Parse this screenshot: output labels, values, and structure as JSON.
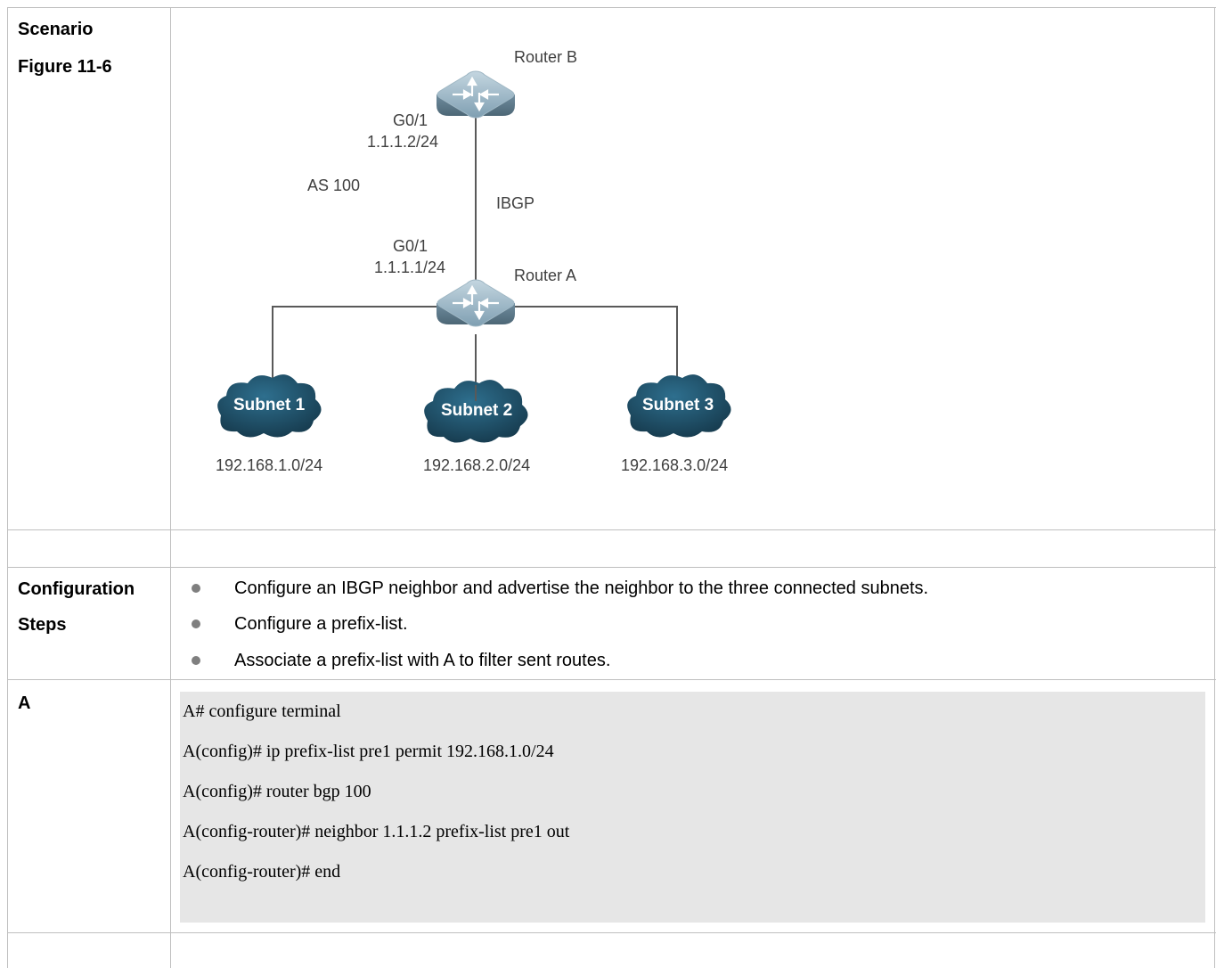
{
  "rows": {
    "scenario_label": "Scenario",
    "figure_label": "Figure 11-6",
    "config_label_1": "Configuration",
    "config_label_2": "Steps",
    "a_label": "A"
  },
  "diagram": {
    "router_b": "Router B",
    "router_a": "Router A",
    "b_port": "G0/1",
    "b_ip": "1.1.1.2/24",
    "a_port": "G0/1",
    "a_ip": "1.1.1.1/24",
    "as_label": "AS 100",
    "link_label": "IBGP",
    "subnets": [
      {
        "name": "Subnet 1",
        "network": "192.168.1.0/24"
      },
      {
        "name": "Subnet 2",
        "network": "192.168.2.0/24"
      },
      {
        "name": "Subnet 3",
        "network": "192.168.3.0/24"
      }
    ],
    "colors": {
      "router": "#7d9fb3",
      "cloud": "#1f4e66",
      "line": "#595959"
    }
  },
  "steps": [
    "Configure an IBGP neighbor and advertise the neighbor to the three connected subnets.",
    "Configure a prefix-list.",
    "Associate a prefix-list with A to filter sent routes."
  ],
  "code": [
    "A# configure terminal",
    "A(config)# ip prefix-list pre1 permit 192.168.1.0/24",
    "A(config)# router bgp 100",
    "A(config-router)# neighbor 1.1.1.2 prefix-list pre1 out",
    "A(config-router)# end"
  ]
}
